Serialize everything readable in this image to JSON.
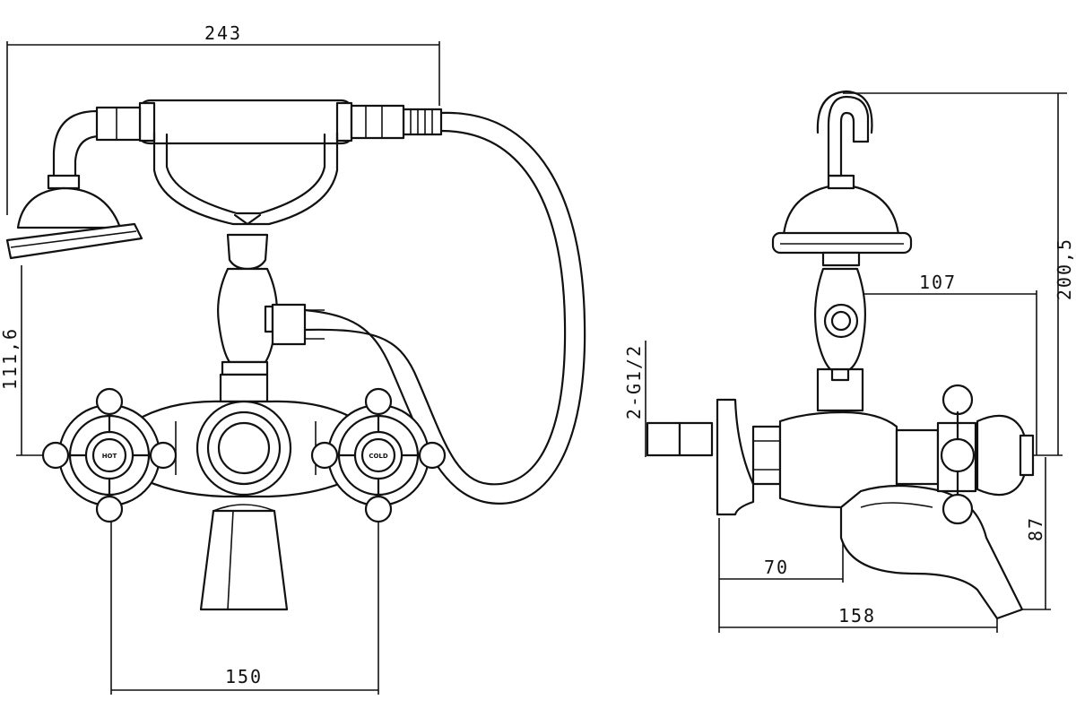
{
  "figure": {
    "dimensions": {
      "width_total": "243",
      "height_handshower": "111,6",
      "center_spacing": "150",
      "inlet_thread": "2-G1/2",
      "projection_handshower": "107",
      "height_total": "200,5",
      "wall_to_spout_drop": "70",
      "spout_reach": "158",
      "spout_height": "87"
    },
    "handle_labels": {
      "hot": "HOT",
      "cold": "COLD"
    }
  }
}
